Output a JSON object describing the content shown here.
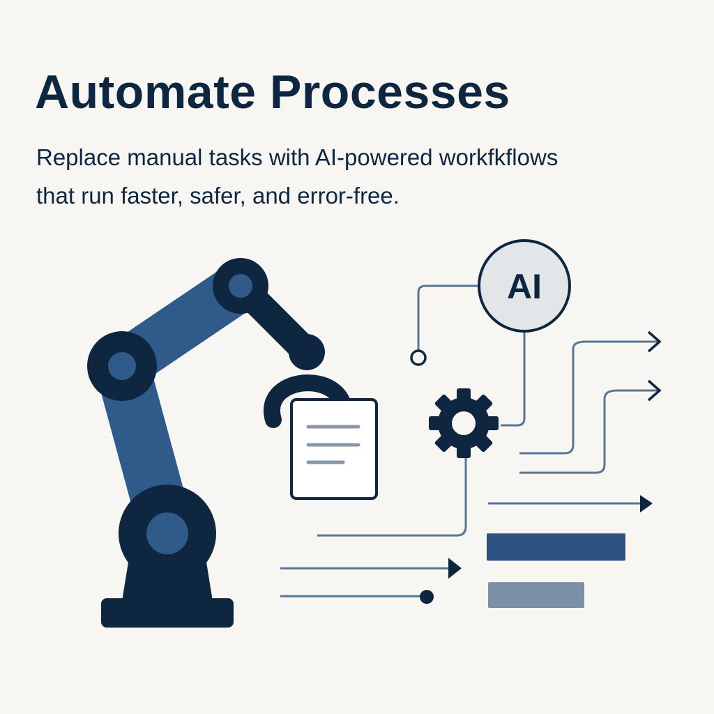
{
  "header": {
    "title": "Automate Processes",
    "subtitle_line1": "Replace manual tasks with AI-powered workfkflows",
    "subtitle_line2": "that run faster, safer, and error-free."
  },
  "illustration": {
    "ai_badge": "AI",
    "colors": {
      "navy": "#0f2640",
      "blue": "#2f5a8a",
      "line": "#5b7491",
      "gray_bar": "#7b8fa6",
      "background": "#f7f6f3"
    }
  }
}
